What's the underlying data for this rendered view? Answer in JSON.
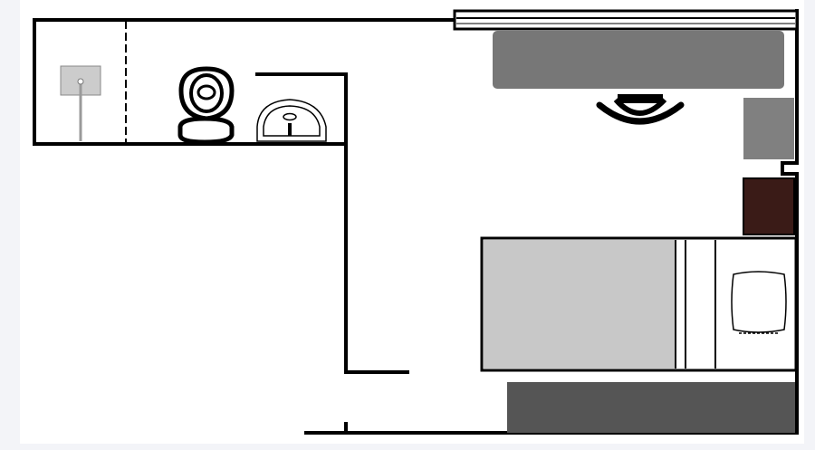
{
  "floor_plan": {
    "background_color": "#ffffff",
    "margin_color": "#f3f4f8",
    "wall_color": "#000000",
    "rooms": [
      {
        "name": "bathroom"
      },
      {
        "name": "bedroom"
      },
      {
        "name": "hallway"
      }
    ],
    "fixtures": [
      {
        "name": "shower-head-icon",
        "color": "#cccccc"
      },
      {
        "name": "toilet-icon",
        "color": "#ffffff"
      },
      {
        "name": "sink-icon",
        "color": "#ffffff"
      },
      {
        "name": "desk",
        "color": "#777777"
      },
      {
        "name": "desk-chair-icon",
        "color": "#000000"
      },
      {
        "name": "wardrobe",
        "color": "#808080"
      },
      {
        "name": "nightstand",
        "color": "#3a1b17"
      },
      {
        "name": "bed",
        "color": "#c8c8c8"
      },
      {
        "name": "pillow-icon",
        "color": "#ffffff"
      },
      {
        "name": "radiator",
        "color": "#555555"
      },
      {
        "name": "window",
        "color": "#ffffff"
      }
    ],
    "text_labels": []
  }
}
